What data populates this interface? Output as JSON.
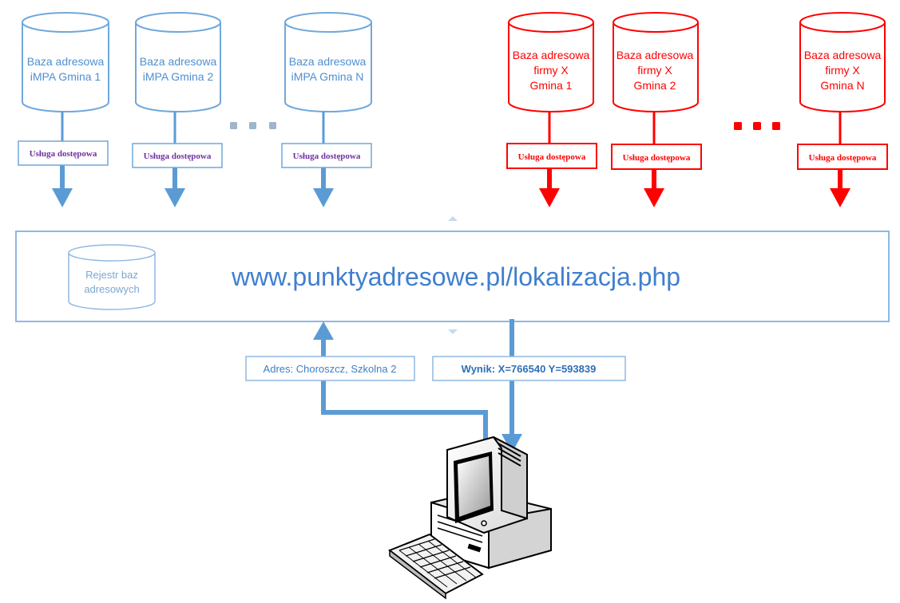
{
  "colors": {
    "blue": "#5b9bd5",
    "blue_text": "#4e8fd1",
    "blue_stroke": "#6fa8dc",
    "red": "#ff0000",
    "purple": "#7030a0",
    "dots_blue": "#9fb4cf",
    "url_text": "#3f7fcf",
    "registry_text": "#7ba7cf",
    "request_text": "#3f7fc4",
    "result_text": "#2e6fb8"
  },
  "impa_databases": [
    {
      "line1": "Baza adresowa",
      "line2": "iMPA Gmina 1"
    },
    {
      "line1": "Baza adresowa",
      "line2": "iMPA Gmina 2"
    },
    {
      "line1": "Baza adresowa",
      "line2": "iMPA Gmina N"
    }
  ],
  "company_databases": [
    {
      "line1": "Baza adresowa",
      "line2": "firmy X",
      "line3": "Gmina 1"
    },
    {
      "line1": "Baza adresowa",
      "line2": "firmy X",
      "line3": "Gmina 2"
    },
    {
      "line1": "Baza adresowa",
      "line2": "firmy X",
      "line3": "Gmina N"
    }
  ],
  "service_label": "Usługa dostępowa",
  "registry": {
    "line1": "Rejestr baz",
    "line2": "adresowych"
  },
  "portal_url": "www.punktyadresowe.pl/lokalizacja.php",
  "request_label": "Adres: Choroszcz, Szkolna 2",
  "result_label": "Wynik: X=766540 Y=593839",
  "icons": [
    "database-icon",
    "arrow-down-icon",
    "arrow-up-icon",
    "ellipsis-icon",
    "computer-icon",
    "keyboard-icon",
    "monitor-icon"
  ]
}
